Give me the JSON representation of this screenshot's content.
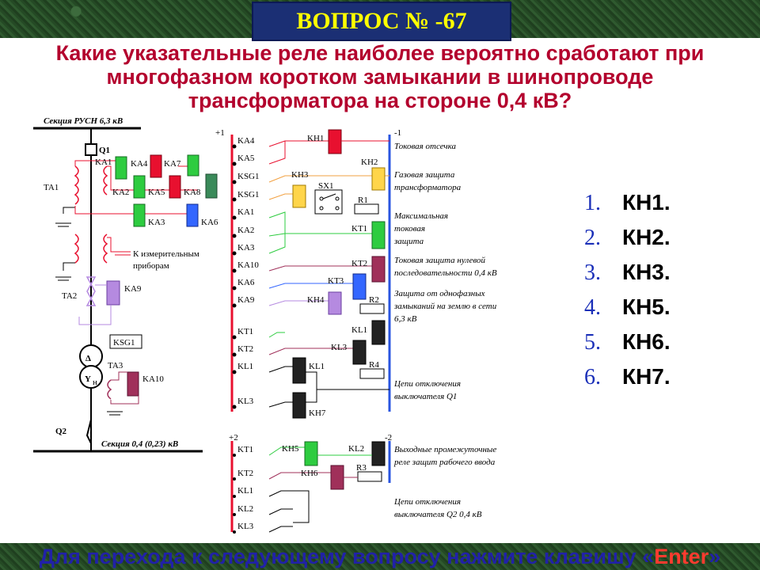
{
  "header": {
    "title": "ВОПРОС № -67"
  },
  "question": {
    "lines": [
      "Какие указательные реле наиболее вероятно сработают при",
      "многофазном коротком замыкании в шинопроводе",
      "трансформатора на стороне 0,4 кВ?"
    ]
  },
  "answers": [
    {
      "num": "1.",
      "text": "КН1."
    },
    {
      "num": "2.",
      "text": "КН2."
    },
    {
      "num": "3.",
      "text": "КН3."
    },
    {
      "num": "4.",
      "text": "КН5."
    },
    {
      "num": "5.",
      "text": "КН6."
    },
    {
      "num": "6.",
      "text": "КН7."
    }
  ],
  "footer": {
    "prefix": "Для перехода к следующему вопросу нажмите клавишу «",
    "key": "Enter",
    "suffix": "»"
  },
  "diagram": {
    "left": {
      "section_top": "Секция РУСН 6,3 кВ",
      "section_bottom": "Секция 0,4 (0,23) кВ",
      "q1": "Q1",
      "q2": "Q2",
      "ta1": "TA1",
      "ta2": "TA2",
      "ta3": "TA3",
      "to_meters": "К измерительным",
      "to_meters2": "приборам",
      "ka1": "KA1",
      "ka2": "KA2",
      "ka3": "KA3",
      "ka4": "KA4",
      "ka5": "KA5",
      "ka6": "KA6",
      "ka7": "KA7",
      "ka8": "KA8",
      "ka9": "KA9",
      "ka10": "KA10",
      "ksg1": "KSG1",
      "delta": "Δ",
      "yn": "Y",
      "yn_sub": "н"
    },
    "right": {
      "plus1": "+1",
      "minus1": "-1",
      "plus2": "+2",
      "minus2": "-2",
      "contacts1": [
        "KA4",
        "KA5",
        "KSG1",
        "KSG1",
        "KA1",
        "KA2",
        "KA3",
        "KA10",
        "KA6",
        "KA9",
        "KT1",
        "KT2",
        "KL1",
        "KL3"
      ],
      "contacts2": [
        "KT1",
        "KT2",
        "KL1",
        "KL2",
        "KL3"
      ],
      "kh1": "KH1",
      "kh2": "KH2",
      "kh3": "KH3",
      "kh4": "KH4",
      "kh5": "KH5",
      "kh6": "KH6",
      "kh7": "KH7",
      "sx1": "SX1",
      "r1": "R1",
      "r2": "R2",
      "r3": "R3",
      "r4": "R4",
      "kt1": "KT1",
      "kt2": "KT2",
      "kt3": "KT3",
      "kl1": "KL1",
      "kl1b": "KL1",
      "kl2": "KL2",
      "kl3": "KL3",
      "desc_toc": "Токовая отсечка",
      "desc_gas1": "Газовая защита",
      "desc_gas2": "трансформатора",
      "desc_max1": "Максимальная",
      "desc_max2": "токовая",
      "desc_max3": "защита",
      "desc_zero1": "Токовая защита нулевой",
      "desc_zero2": "последовательности 0,4 кВ",
      "desc_earth1": "Защита от однофазных",
      "desc_earth2": "замыканий на землю в сети",
      "desc_earth3": "6,3 кВ",
      "desc_trip1a": "Цепи отключения",
      "desc_trip1b": "выключателя Q1",
      "desc_out1": "Выходные промежуточные",
      "desc_out2": "реле защит рабочего ввода",
      "desc_trip2a": "Цепи отключения",
      "desc_trip2b": "выключателя Q2 0,4 кВ"
    }
  },
  "colors": {
    "title_bg": "#1b2f74",
    "title_text": "#ffff00",
    "question_text": "#b3002d",
    "bus_red": "#e8102f",
    "bus_blue": "#2a55e0",
    "relay_green": "#2ecc40",
    "relay_red": "#e8102f",
    "relay_blue": "#3366ff",
    "relay_yellow": "#ffd54a",
    "relay_purple": "#b58ae0",
    "relay_maroon": "#a0305a",
    "relay_darkgreen": "#3a8a5a",
    "relay_black": "#222222"
  }
}
